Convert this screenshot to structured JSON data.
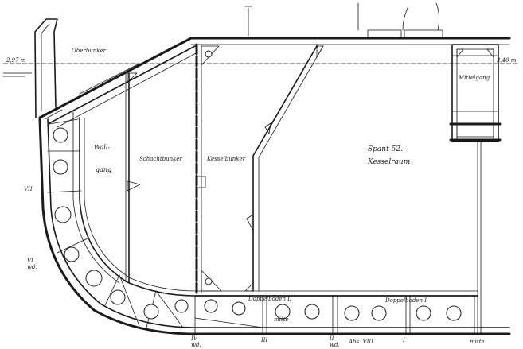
{
  "drawing": {
    "waterline_left": "2,97 m",
    "waterline_right": "2,40 m",
    "labels": {
      "oberbunker": "Oberbunker",
      "mittelgang": "Mittelgang",
      "wall": "Wall-",
      "gang": "gang",
      "schachtbunker": "Schachtbunker",
      "kesselbunker": "Kesselbunker",
      "spant": "Spant 52.",
      "kesselraum": "Kesselraum",
      "doppelboden_left": "Doppelboden II",
      "doppelboden_right": "Doppelboden I",
      "long_vii": "VII",
      "long_vi": "VI",
      "long_vi_sub": "wd.",
      "long_iv": "IV",
      "long_iv_sub": "wd.",
      "long_iii": "III",
      "long_ii": "II",
      "long_ii_sub": "wd.",
      "long_i": "I",
      "keel_label": "Abs. VIII",
      "mitte": "mitte"
    }
  }
}
